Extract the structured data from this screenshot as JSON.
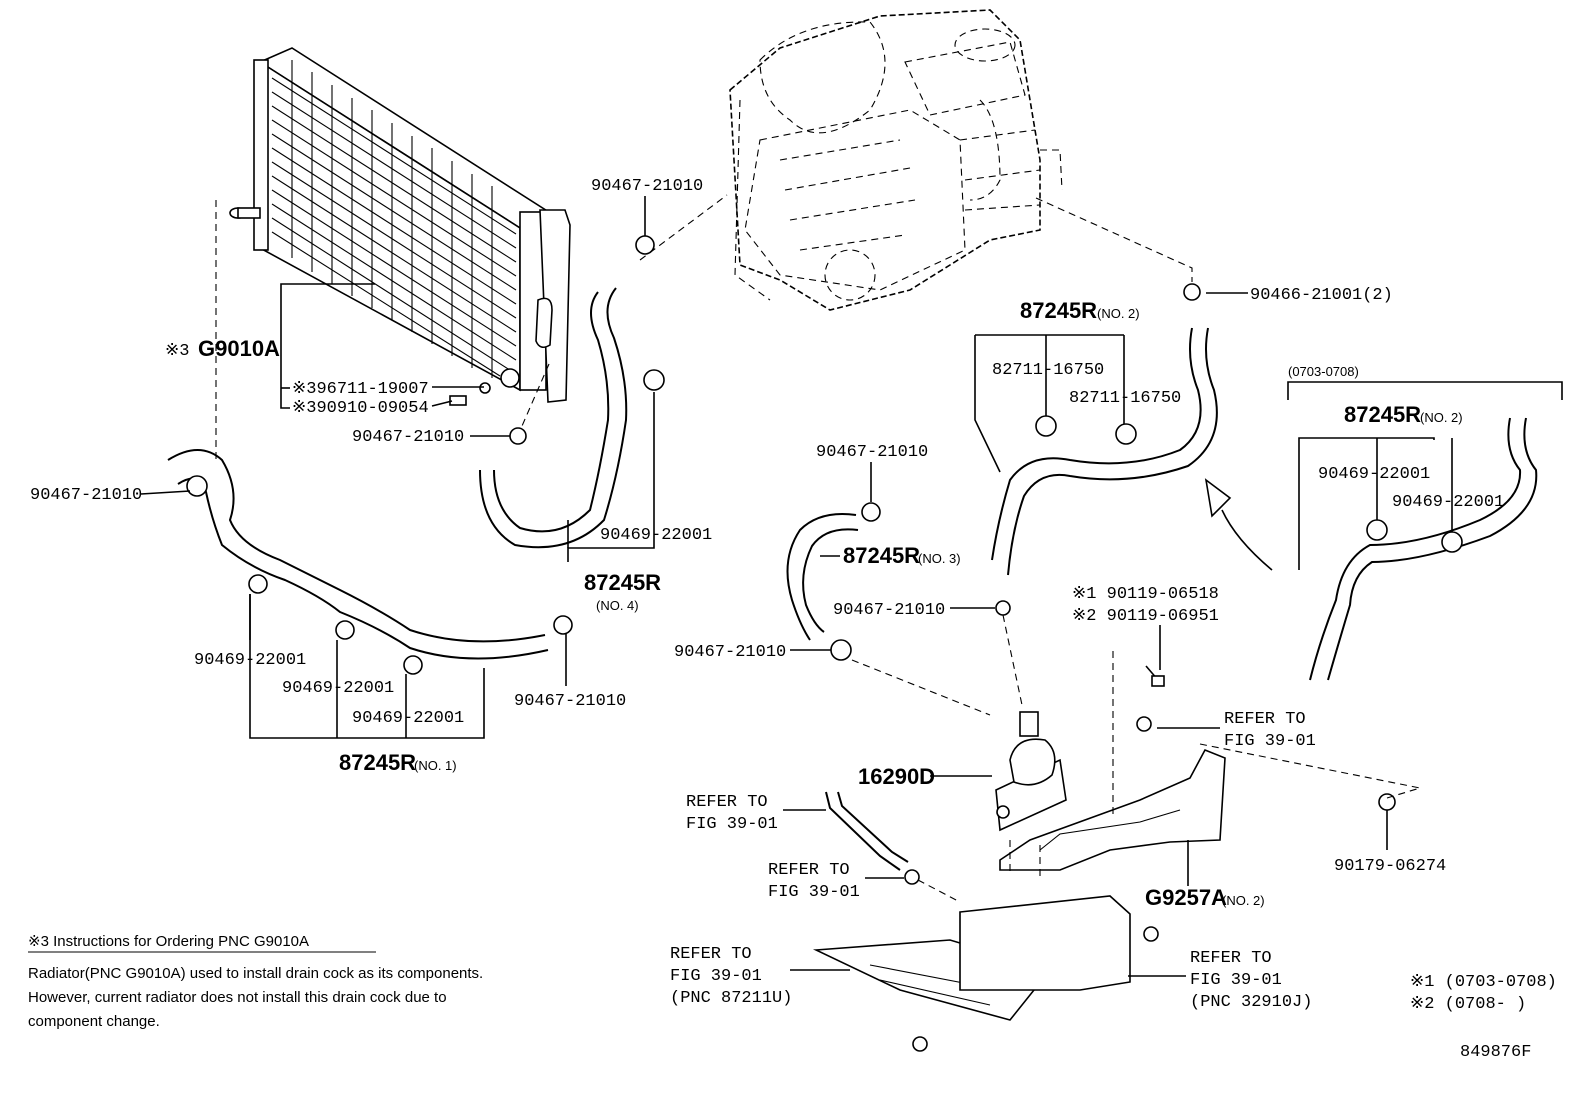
{
  "diagram_id": "849876F",
  "labels": {
    "g9010a": "G9010A",
    "g9010a_mark": "※3",
    "p396711": "※396711-19007",
    "p390910": "※390910-09054",
    "p90467_a": "90467-21010",
    "p90467_b": "90467-21010",
    "p90467_c": "90467-21010",
    "p90467_d": "90467-21010",
    "p90467_e": "90467-21010",
    "p90467_f": "90467-21010",
    "p90467_g": "90467-21010",
    "p90469_a": "90469-22001",
    "p90469_b": "90469-22001",
    "p90469_c": "90469-22001",
    "p90469_d": "90469-22001",
    "p90469_e": "90469-22001",
    "p90469_f": "90469-22001",
    "hose_no1": "87245R",
    "hose_no1_sfx": "(NO. 1)",
    "hose_no4": "87245R",
    "hose_no4_sfx": "(NO. 4)",
    "hose_no3": "87245R",
    "hose_no3_sfx": "(NO. 3)",
    "hose_no2_a": "87245R",
    "hose_no2_a_sfx": "(NO. 2)",
    "hose_no2_b": "87245R",
    "hose_no2_b_sfx": "(NO. 2)",
    "p82711_a": "82711-16750",
    "p82711_b": "82711-16750",
    "p90466": "90466-21001(2)",
    "range_0703_0708": "(0703-0708)",
    "p90119_1": "※1 90119-06518",
    "p90119_2": "※2 90119-06951",
    "p16290d": "16290D",
    "g9257a": "G9257A",
    "g9257a_sfx": "(NO. 2)",
    "p90179": "90179-06274",
    "refer_to": "REFER TO",
    "fig_3901": "FIG 39-01",
    "pnc_87211u": "(PNC 87211U)",
    "pnc_32910j": "(PNC 32910J)"
  },
  "notes": {
    "title": "※3 Instructions for Ordering PNC G9010A",
    "line1": "Radiator(PNC G9010A) used to install drain cock as its components.",
    "line2": "However, current radiator does not install this drain cock due to",
    "line3": "component change.",
    "legend1": "※1 (0703-0708)",
    "legend2": "※2 (0708-    )"
  }
}
